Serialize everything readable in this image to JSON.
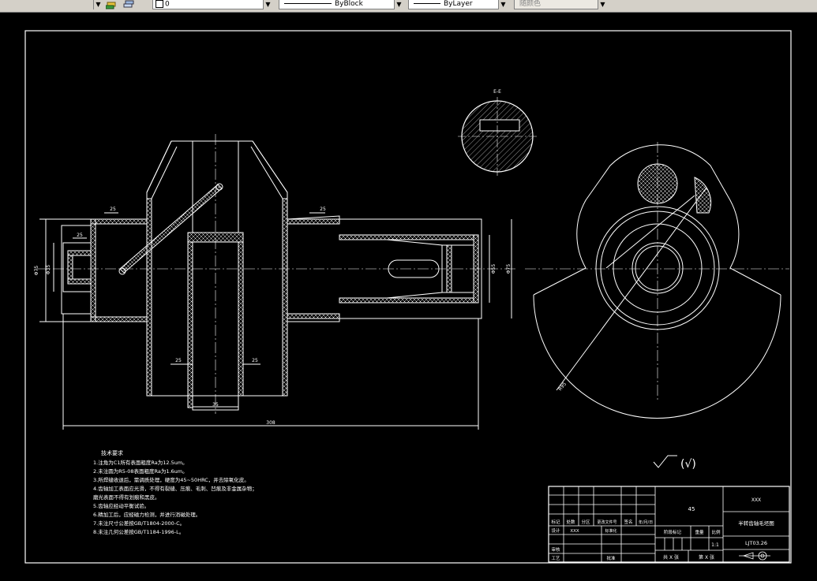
{
  "toolbar": {
    "layer_name": "0",
    "linetype": "ByBlock",
    "lineweight": "ByLayer",
    "color": "随颜色"
  },
  "drawing": {
    "section_label": "E-E",
    "dims": {
      "d25_a": "25",
      "d25_b": "25",
      "d25_c": "25",
      "d25_d": "25",
      "d25_e": "25",
      "d35": "35",
      "d308": "308",
      "phi_left_outer": "Φ75",
      "phi_left_inner": "Φ35",
      "phi_right_inner": "Φ55",
      "phi_right_outer": "Φ75",
      "r95": "R95"
    },
    "tech_req": {
      "title": "技术要求",
      "lines": [
        "1.注角为C1所有表面粗度Ra为12.5um。",
        "2.未注圆为R5-08表面粗度Ra为1.6um。",
        "3.所焊缝收退后，需调质处理，硬度为45~50HRC，并去除氧化皮。",
        "4.齿轴加工表面应光滑，不得有裂缝、压痕、毛刺、凹痕及非金属杂物；",
        "  磨光表面不得有划痕和黑皮。",
        "5.齿轴应经动平衡试验。",
        "6.精加工后，应经磁力检测，并进行消磁处理。",
        "7.未注尺寸公差按GB/T1804-2000-C。",
        "8.未注几何公差按GB/T1184-1996-L。"
      ]
    },
    "roughness_symbol": "(√)"
  },
  "title_block": {
    "material": "45",
    "company": "XXX",
    "drawing_name": "半转齿轴毛坯图",
    "scale": "1:1",
    "drawing_no": "LJT03.26",
    "total": "共 X 张",
    "sheet": "第 X 张",
    "labels": {
      "mark": "标记",
      "count": "处数",
      "zone": "分区",
      "change_doc": "更改文件号",
      "sign": "签名",
      "date": "年/月/日",
      "design": "设计",
      "designer": "XXX",
      "standardize": "标准化",
      "stage_mark": "阶段标记",
      "weight": "重量",
      "ratio": "比例",
      "review": "审核",
      "process": "工艺",
      "approve": "批准"
    }
  }
}
